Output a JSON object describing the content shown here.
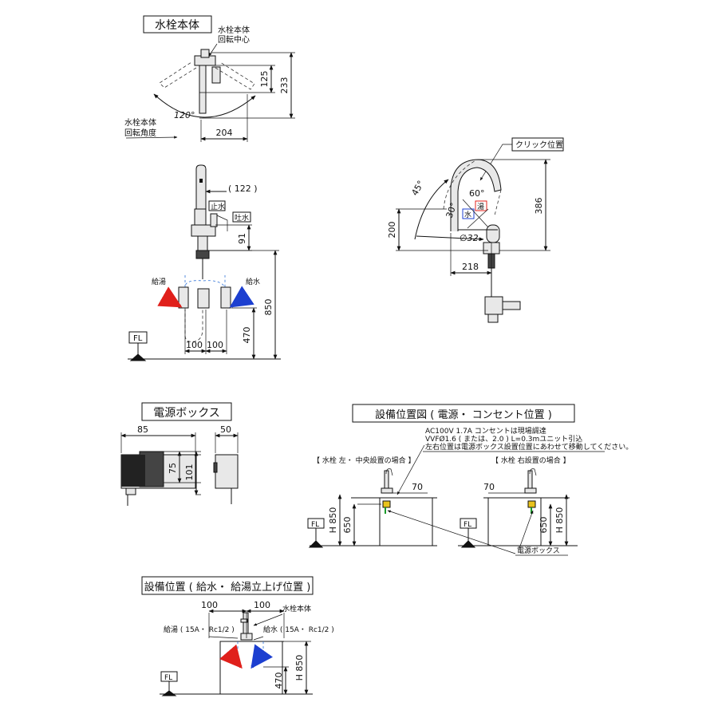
{
  "titles": {
    "faucet_body": "水栓本体",
    "power_box": "電源ボックス",
    "equipment_position_power": "設備位置図 ( 電源・ コンセント位置 )",
    "equipment_position_supply": "設備位置 ( 給水・ 給湯立上げ位置 )"
  },
  "top_view": {
    "rotation_center": [
      "水栓本体",
      "回転中心"
    ],
    "rotation_angle": [
      "水栓本体",
      "回転角度"
    ],
    "angle": "120°",
    "dim_125": "125",
    "dim_233": "233",
    "dim_204": "204"
  },
  "front_view": {
    "dim_122": "( 122 )",
    "stop_water": "止水",
    "spout_water": "吐水",
    "dim_91": "91",
    "hot_supply": "給湯",
    "cold_supply": "給水",
    "dim_850": "850",
    "dim_470": "470",
    "dim_100a": "100",
    "dim_100b": "100",
    "fl": "FL"
  },
  "side_view": {
    "click_position": "クリック位置",
    "angle_45": "45°",
    "angle_60": "60°",
    "angle_30": "30°",
    "mark_hot": "湯",
    "mark_cold": "水",
    "dim_200": "200",
    "dim_386": "386",
    "dim_32": "∅32",
    "dim_218": "218"
  },
  "power_box": {
    "dim_85": "85",
    "dim_50": "50",
    "dim_75": "75",
    "dim_101": "101"
  },
  "power_position": {
    "note1": "AC100V 1.7A コンセントは現場調達",
    "note2": "VVFØ1.6 ( または、2.0 ) L=0.3mユニット引込",
    "note3": "左右位置は電源ボックス設置位置にあわせて移動してください。",
    "left_case": "【 水栓 左・ 中央設置の場合 】",
    "right_case": "【 水栓 右設置の場合 】",
    "dim_70_left": "70",
    "dim_70_right": "70",
    "dim_h850_left": "H 850",
    "dim_650_left": "650",
    "dim_650_right": "650",
    "dim_h850_right": "H 850",
    "fl_left": "FL",
    "fl_right": "FL",
    "power_box_label": "電源ボックス"
  },
  "supply_position": {
    "dim_100a": "100",
    "dim_100b": "100",
    "faucet_body": "水栓本体",
    "hot_supply": "給湯 ( 15A・ Rc1/2 )",
    "cold_supply": "給水 ( 15A・ Rc1/2 )",
    "dim_h850": "H 850",
    "dim_470": "470",
    "fl": "FL"
  },
  "colors": {
    "hot": "#e0201b",
    "cold": "#1c3fd0",
    "hot_label": "#e0201b",
    "cold_label": "#1c3fd0"
  }
}
